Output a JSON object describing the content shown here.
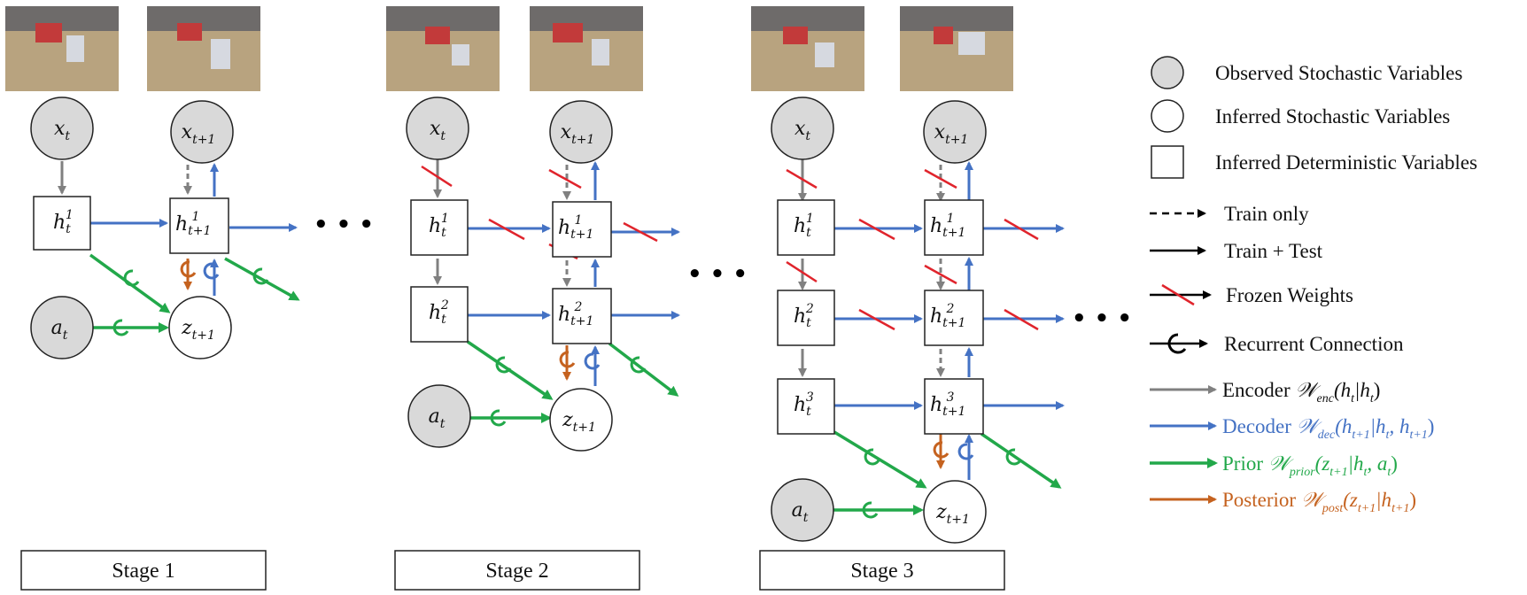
{
  "stages": [
    {
      "label": "Stage 1"
    },
    {
      "label": "Stage 2"
    },
    {
      "label": "Stage 3"
    }
  ],
  "nodes": {
    "x_t": "x",
    "x_t_sub": "t",
    "x_t1_sub": "t+1",
    "a_t": "a",
    "h": "h",
    "z": "z"
  },
  "legend": {
    "observed": "Observed Stochastic Variables",
    "inferred_stochastic": "Inferred Stochastic Variables",
    "inferred_deterministic": "Inferred Deterministic Variables",
    "train_only": "Train only",
    "train_test": "Train + Test",
    "frozen": "Frozen Weights",
    "recurrent": "Recurrent Connection",
    "encoder": "Encoder",
    "encoder_formula": "𝒲",
    "decoder": "Decoder",
    "prior": "Prior",
    "posterior": "Posterior"
  },
  "colors": {
    "encoder": "#808080",
    "decoder": "#4472c4",
    "prior": "#22a84a",
    "posterior": "#c5621f",
    "frozen": "#e0242c",
    "observed_fill": "#d9d9d9"
  }
}
